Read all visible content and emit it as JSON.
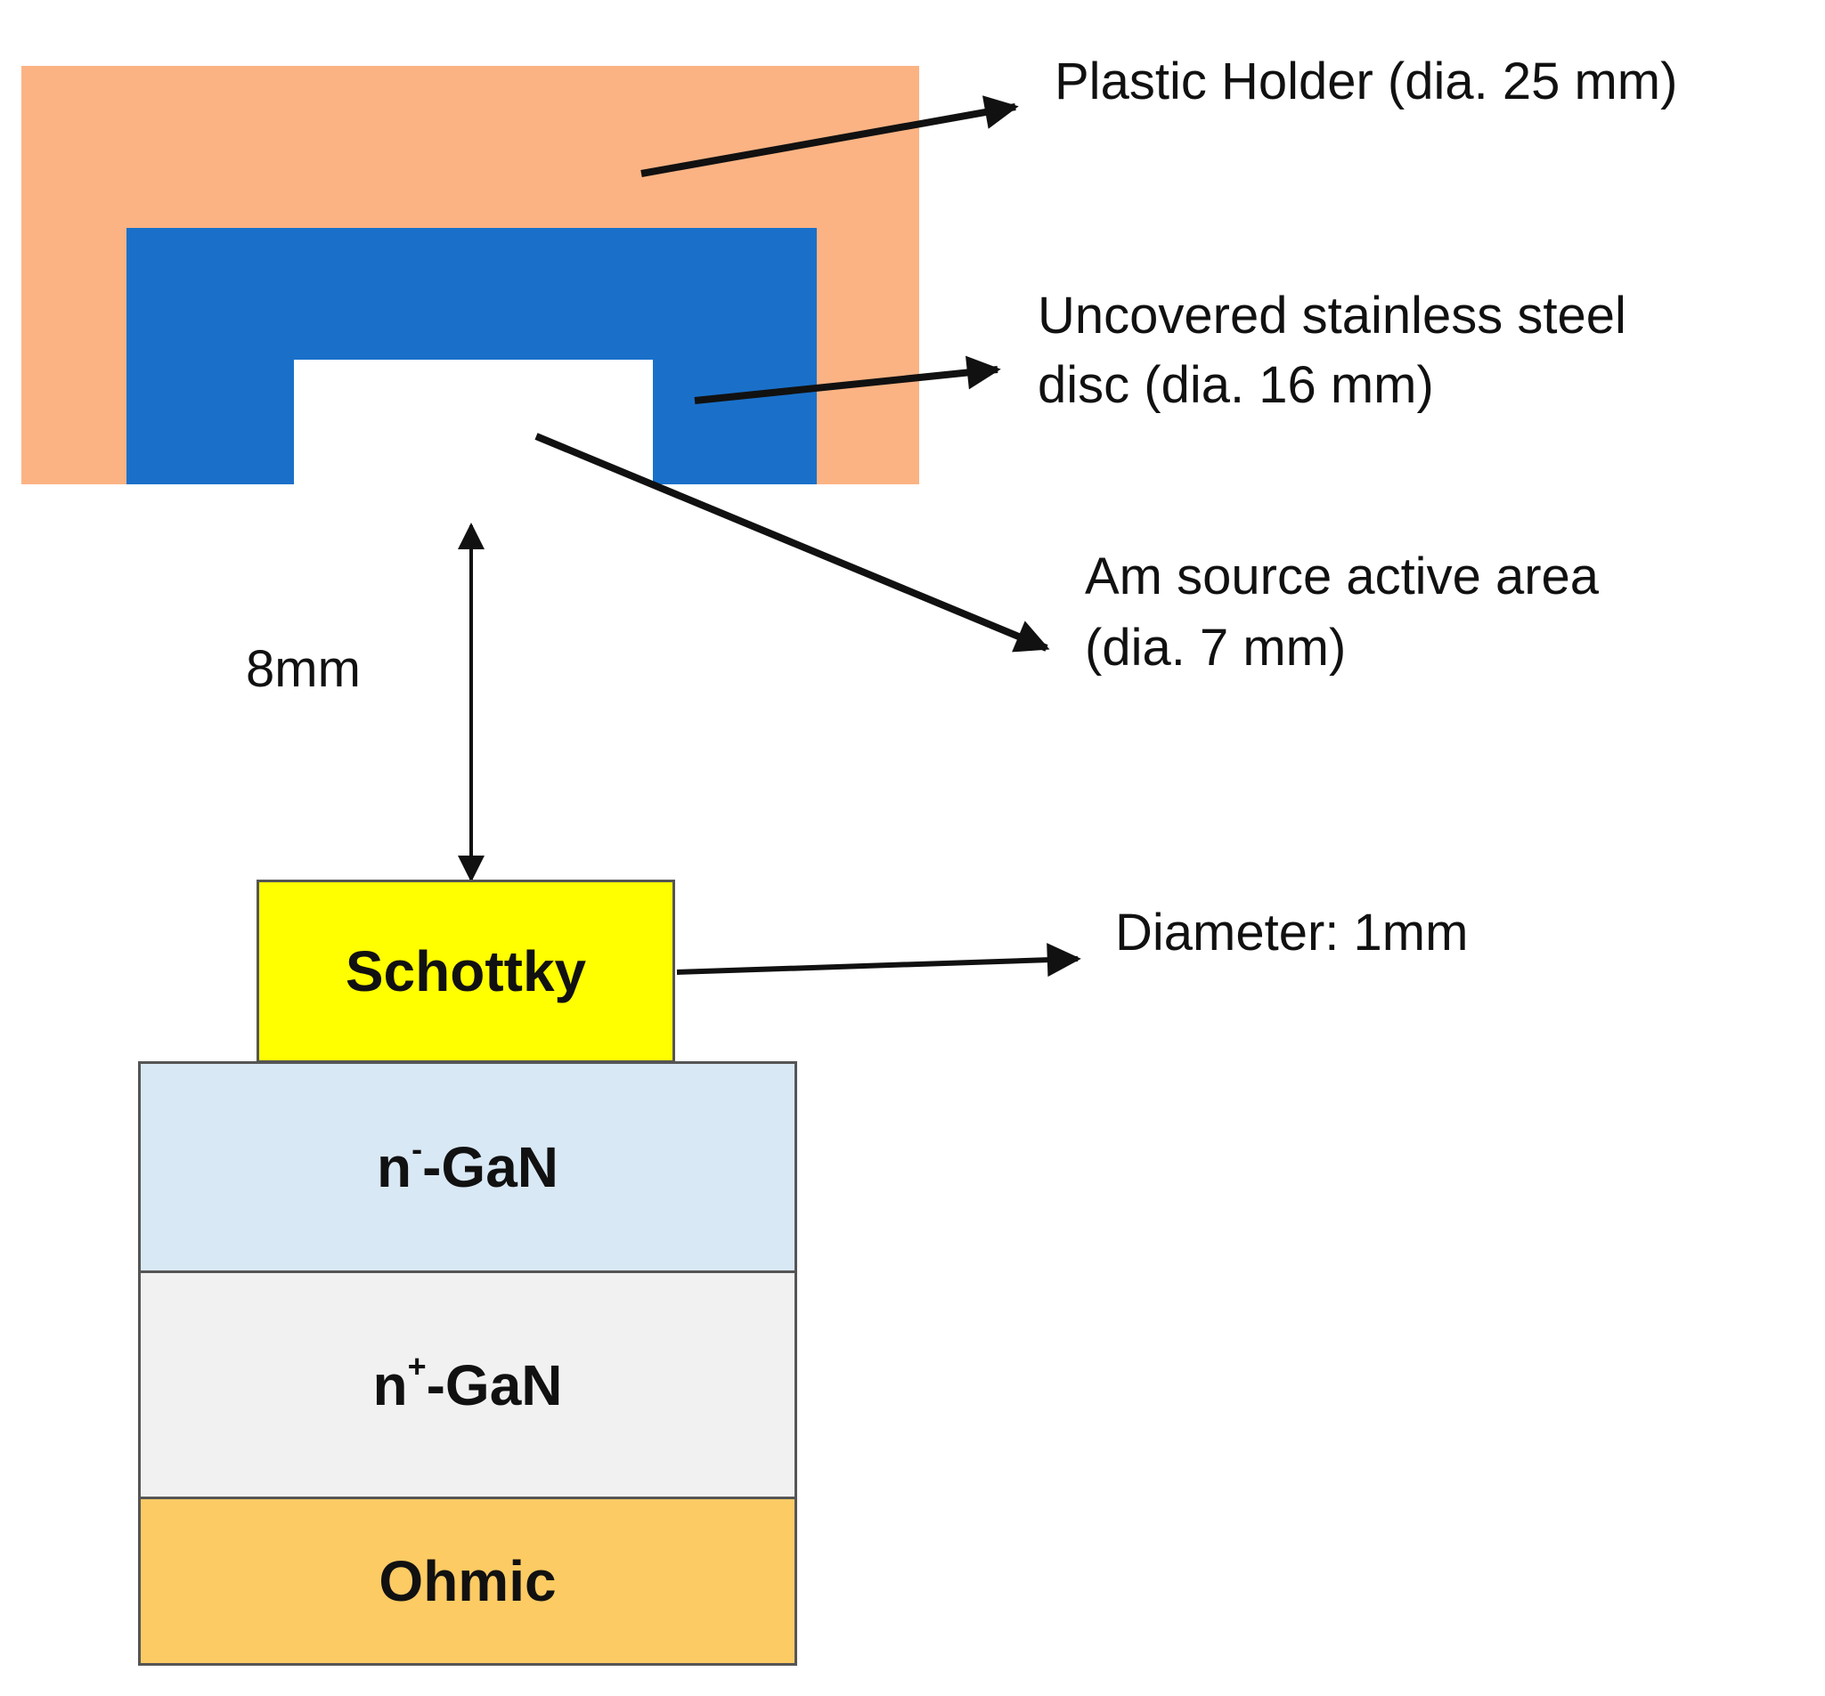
{
  "colors": {
    "holder": "#FBB384",
    "disc": "#1A70C9",
    "active_area": "#FFFFFF",
    "schottky": "#FFFF00",
    "n_minus": "#D9E8F5",
    "n_plus": "#F1F1F1",
    "ohmic": "#FDCB64",
    "arrow": "#111111"
  },
  "labels": {
    "holder": "Plastic Holder (dia. 25 mm)",
    "disc_line1": "Uncovered stainless steel",
    "disc_line2": "disc (dia. 16 mm)",
    "active_line1": "Am source active area",
    "active_line2": "(dia. 7 mm)",
    "distance": "8mm",
    "diameter": "Diameter: 1mm"
  },
  "layers": {
    "schottky": "Schottky",
    "n_minus": {
      "base": "n",
      "sup": "-",
      "rest": "-GaN"
    },
    "n_plus": {
      "base": "n",
      "sup": "+",
      "rest": "-GaN"
    },
    "ohmic": "Ohmic"
  }
}
